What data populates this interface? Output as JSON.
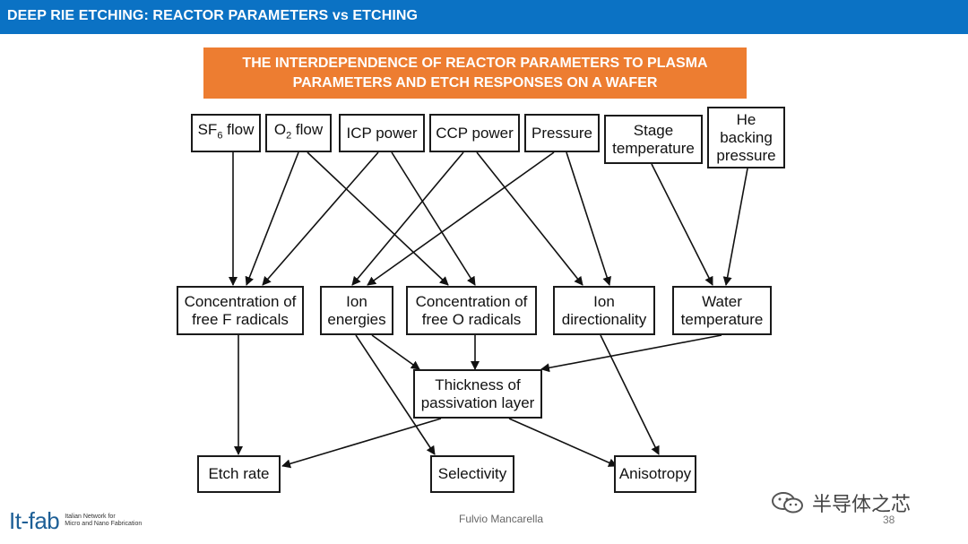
{
  "header": {
    "title": "DEEP RIE ETCHING: REACTOR PARAMETERS vs ETCHING"
  },
  "banner": {
    "line1": "THE INTERDEPENDENCE OF REACTOR PARAMETERS TO PLASMA",
    "line2": "PARAMETERS AND ETCH RESPONSES ON A WAFER"
  },
  "nodes": {
    "sf6": {
      "main": "SF",
      "sub": "6",
      "after": " flow"
    },
    "o2": {
      "main": "O",
      "sub": "2",
      "after": " flow"
    },
    "icp": {
      "line1": "ICP power"
    },
    "ccp": {
      "line1": "CCP power"
    },
    "pressure": {
      "line1": "Pressure"
    },
    "stage": {
      "line1": "Stage",
      "line2": "temperature"
    },
    "he": {
      "line1": "He",
      "line2": "backing",
      "line3": "pressure"
    },
    "conc_f": {
      "line1": "Concentration of",
      "line2": "free F radicals"
    },
    "ion_en": {
      "line1": "Ion",
      "line2": "energies"
    },
    "conc_o": {
      "line1": "Concentration of",
      "line2": "free O radicals"
    },
    "ion_dir": {
      "line1": "Ion",
      "line2": "directionality"
    },
    "water": {
      "line1": "Water",
      "line2": "temperature"
    },
    "thickness": {
      "line1": "Thickness of",
      "line2": "passivation layer"
    },
    "etch_rate": {
      "line1": "Etch rate"
    },
    "selectivity": {
      "line1": "Selectivity"
    },
    "anisotropy": {
      "line1": "Anisotropy"
    }
  },
  "footer": {
    "author": "Fulvio Mancarella",
    "page": "38",
    "logo": "It-fab",
    "logo_sub1": "Italian Network for",
    "logo_sub2": "Micro and Nano Fabrication",
    "watermark": "半导体之芯"
  }
}
